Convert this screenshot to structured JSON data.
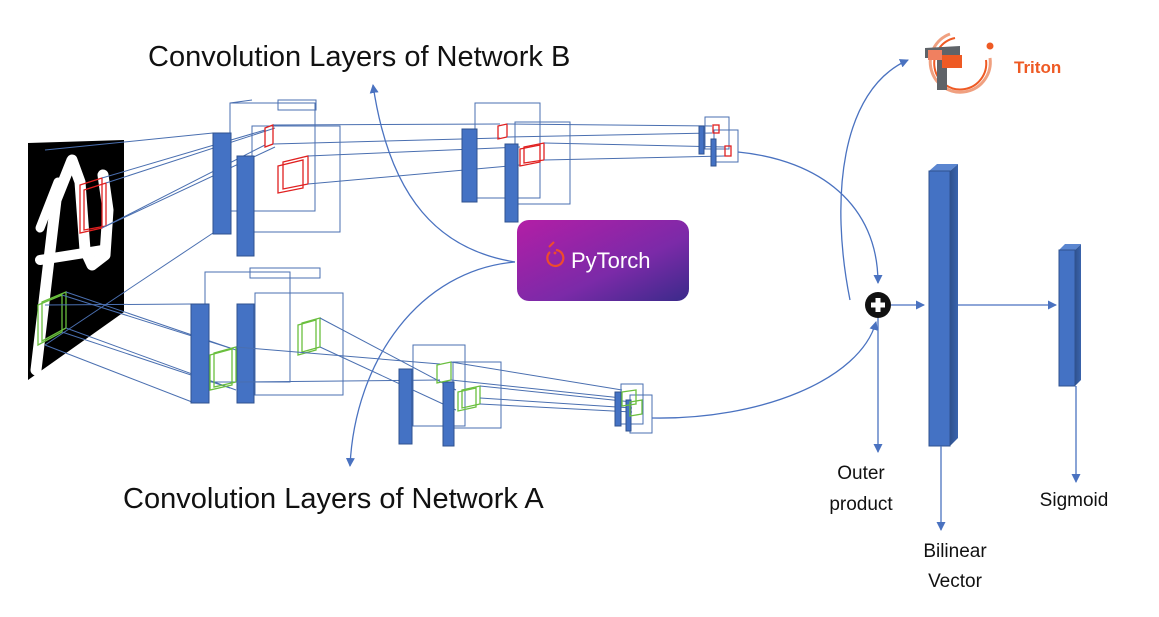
{
  "labels": {
    "network_b": "Convolution Layers of Network B",
    "network_a": "Convolution Layers of Network A",
    "outer_product_line1": "Outer",
    "outer_product_line2": "product",
    "bilinear_line1": "Bilinear",
    "bilinear_line2": "Vector",
    "sigmoid": "Sigmoid"
  },
  "logos": {
    "pytorch": "PyTorch",
    "triton": "Triton"
  },
  "colors": {
    "layer_fill": "#4472c4",
    "arrow": "#4a72c0",
    "pytorch_start": "#b31ea6",
    "pytorch_end": "#4b2390",
    "triton_orange": "#ee5a24",
    "kernel_b": "#e02020",
    "kernel_a": "#6abf3e"
  },
  "icons": {
    "plus": "plus-circle-icon",
    "pytorch": "pytorch-flame-icon",
    "triton": "triton-logo-icon"
  }
}
